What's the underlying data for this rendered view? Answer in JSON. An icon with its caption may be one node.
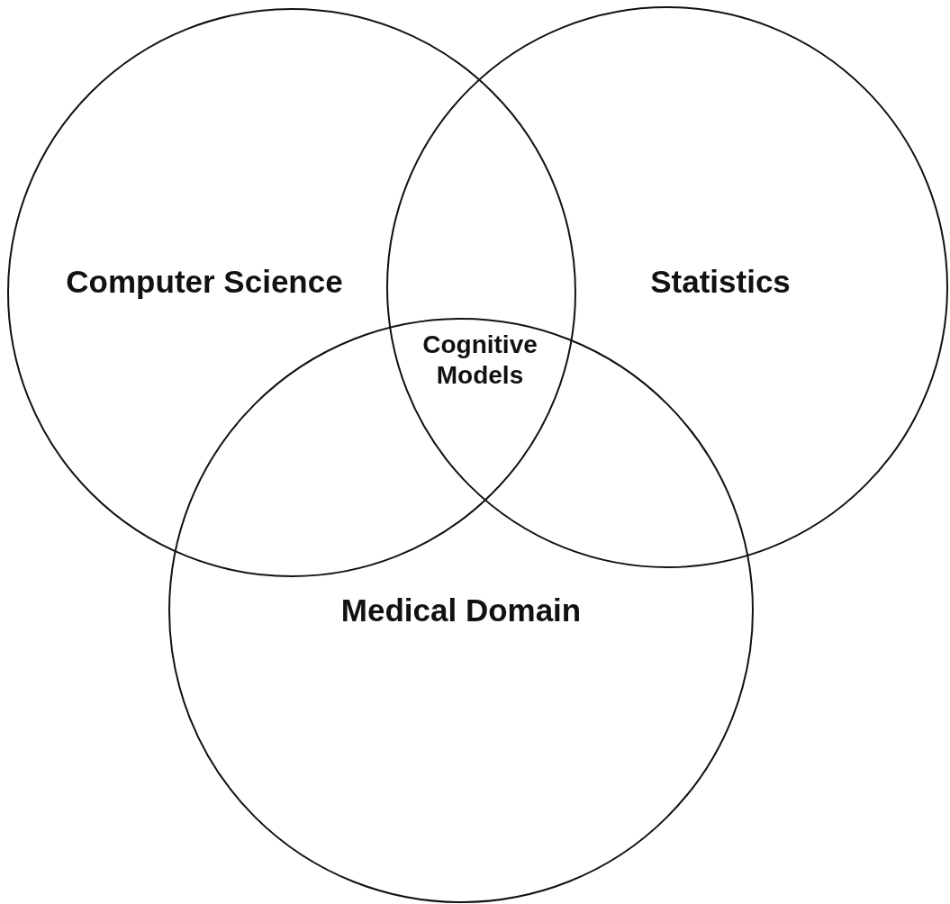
{
  "diagram": {
    "nodes": [
      {
        "text": [
          "Computer Science"
        ]
      },
      {
        "text": [
          "Statistics"
        ]
      },
      {
        "text": [
          "Medical Domain"
        ]
      }
    ],
    "labels": [
      "Cognitive Models"
    ]
  }
}
